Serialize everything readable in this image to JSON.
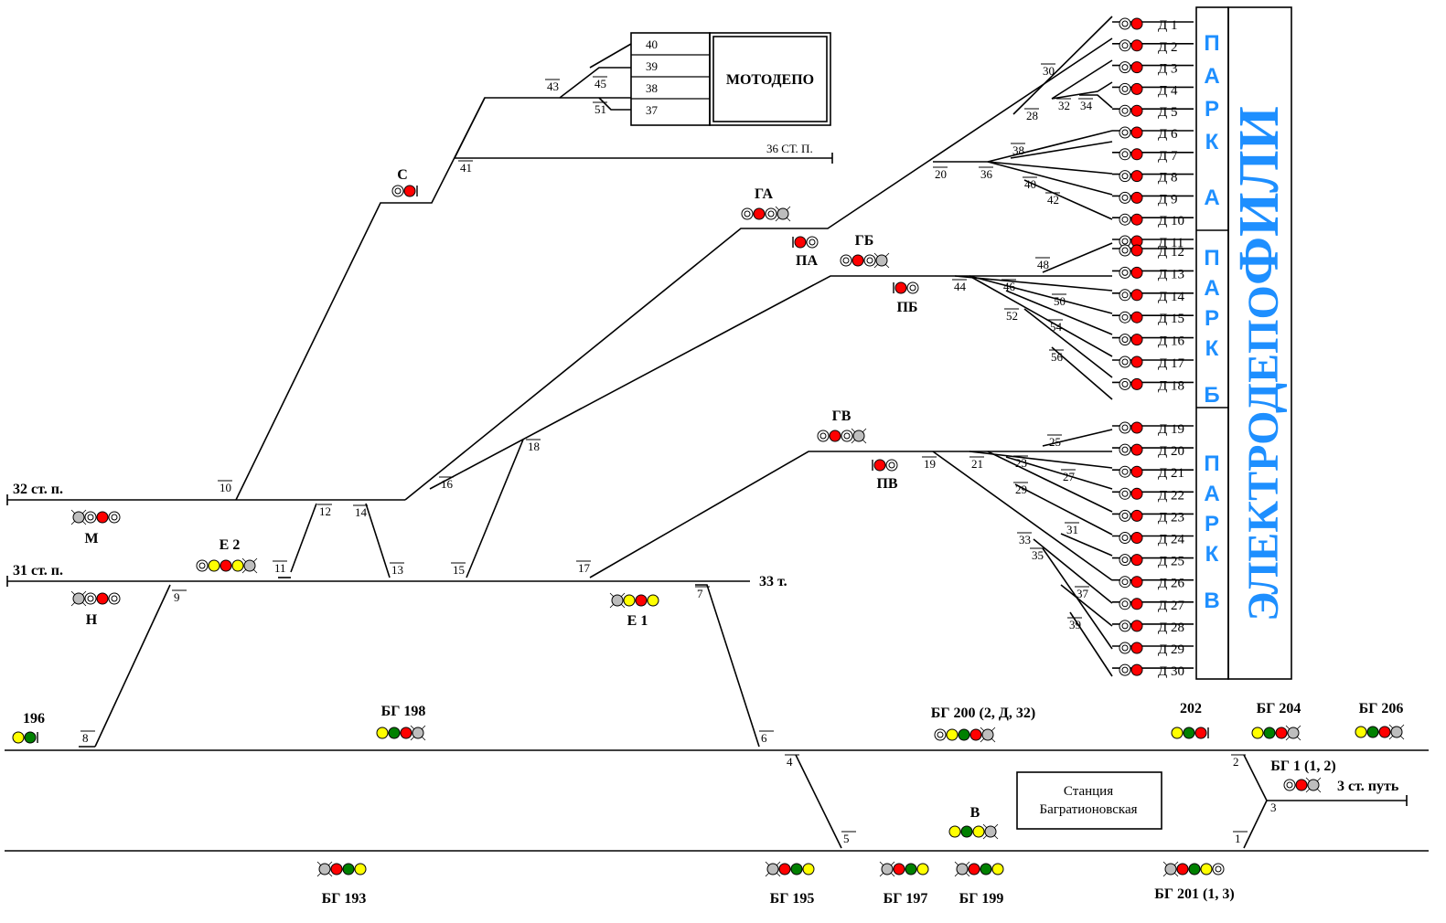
{
  "depot_name": "ЭЛЕКТРОДЕПО ФИЛИ",
  "depot_title_a": "ЭЛЕКТРОДЕПО",
  "depot_title_b": "ФИЛИ",
  "parks": [
    {
      "letters": [
        "П",
        "А",
        "Р",
        "К",
        "А"
      ]
    },
    {
      "letters": [
        "П",
        "А",
        "Р",
        "К",
        "Б"
      ]
    },
    {
      "letters": [
        "П",
        "А",
        "Р",
        "К",
        "В"
      ]
    }
  ],
  "motodepot": "МОТОДЕПО",
  "motodepot_tracks": [
    "40",
    "39",
    "38",
    "37"
  ],
  "station": [
    "Станция",
    "Багратионовская"
  ],
  "track_labels": {
    "t32": "32 ст. п.",
    "t31": "31 ст. п.",
    "t33": "33 т.",
    "t36": "36 СТ. П.",
    "t3": "3 ст. путь"
  },
  "depot_tracks": [
    "Д 1",
    "Д 2",
    "Д 3",
    "Д 4",
    "Д 5",
    "Д 6",
    "Д 7",
    "Д 8",
    "Д 9",
    "Д 10",
    "Д 11",
    "Д 12",
    "Д 13",
    "Д 14",
    "Д 15",
    "Д 16",
    "Д 17",
    "Д 18",
    "Д 19",
    "Д 20",
    "Д 21",
    "Д 22",
    "Д 23",
    "Д 24",
    "Д 25",
    "Д 26",
    "Д 27",
    "Д 28",
    "Д 29",
    "Д 30"
  ],
  "switches": [
    "1",
    "2",
    "3",
    "4",
    "5",
    "6",
    "7",
    "8",
    "9",
    "10",
    "11",
    "12",
    "13",
    "14",
    "15",
    "16",
    "17",
    "18",
    "19",
    "20",
    "21",
    "23",
    "25",
    "27",
    "28",
    "29",
    "30",
    "31",
    "32",
    "33",
    "34",
    "35",
    "36",
    "37",
    "38",
    "39",
    "40",
    "41",
    "42",
    "43",
    "44",
    "45",
    "46",
    "48",
    "50",
    "51",
    "52",
    "54",
    "56"
  ],
  "signals": {
    "S": "С",
    "GA": "ГА",
    "PA": "ПА",
    "GB": "ГБ",
    "PB": "ПБ",
    "GV": "ГВ",
    "PV": "ПВ",
    "M": "М",
    "E2": "Е 2",
    "N": "Н",
    "E1": "Е 1",
    "s196": "196",
    "BG198": "БГ 198",
    "BG200": "БГ 200 (2, Д, 32)",
    "s202": "202",
    "BG204": "БГ 204",
    "BG206": "БГ 206",
    "BG1": "БГ 1 (1, 2)",
    "V": "В",
    "BG193": "БГ 193",
    "BG195": "БГ 195",
    "BG197": "БГ 197",
    "BG199": "БГ 199",
    "BG201": "БГ 201 (1, 3)"
  },
  "colors": {
    "red": "#ff0000",
    "yellow": "#ffff00",
    "green": "#008000",
    "gray": "#bdbdbd",
    "blue": "#1e8fff"
  }
}
